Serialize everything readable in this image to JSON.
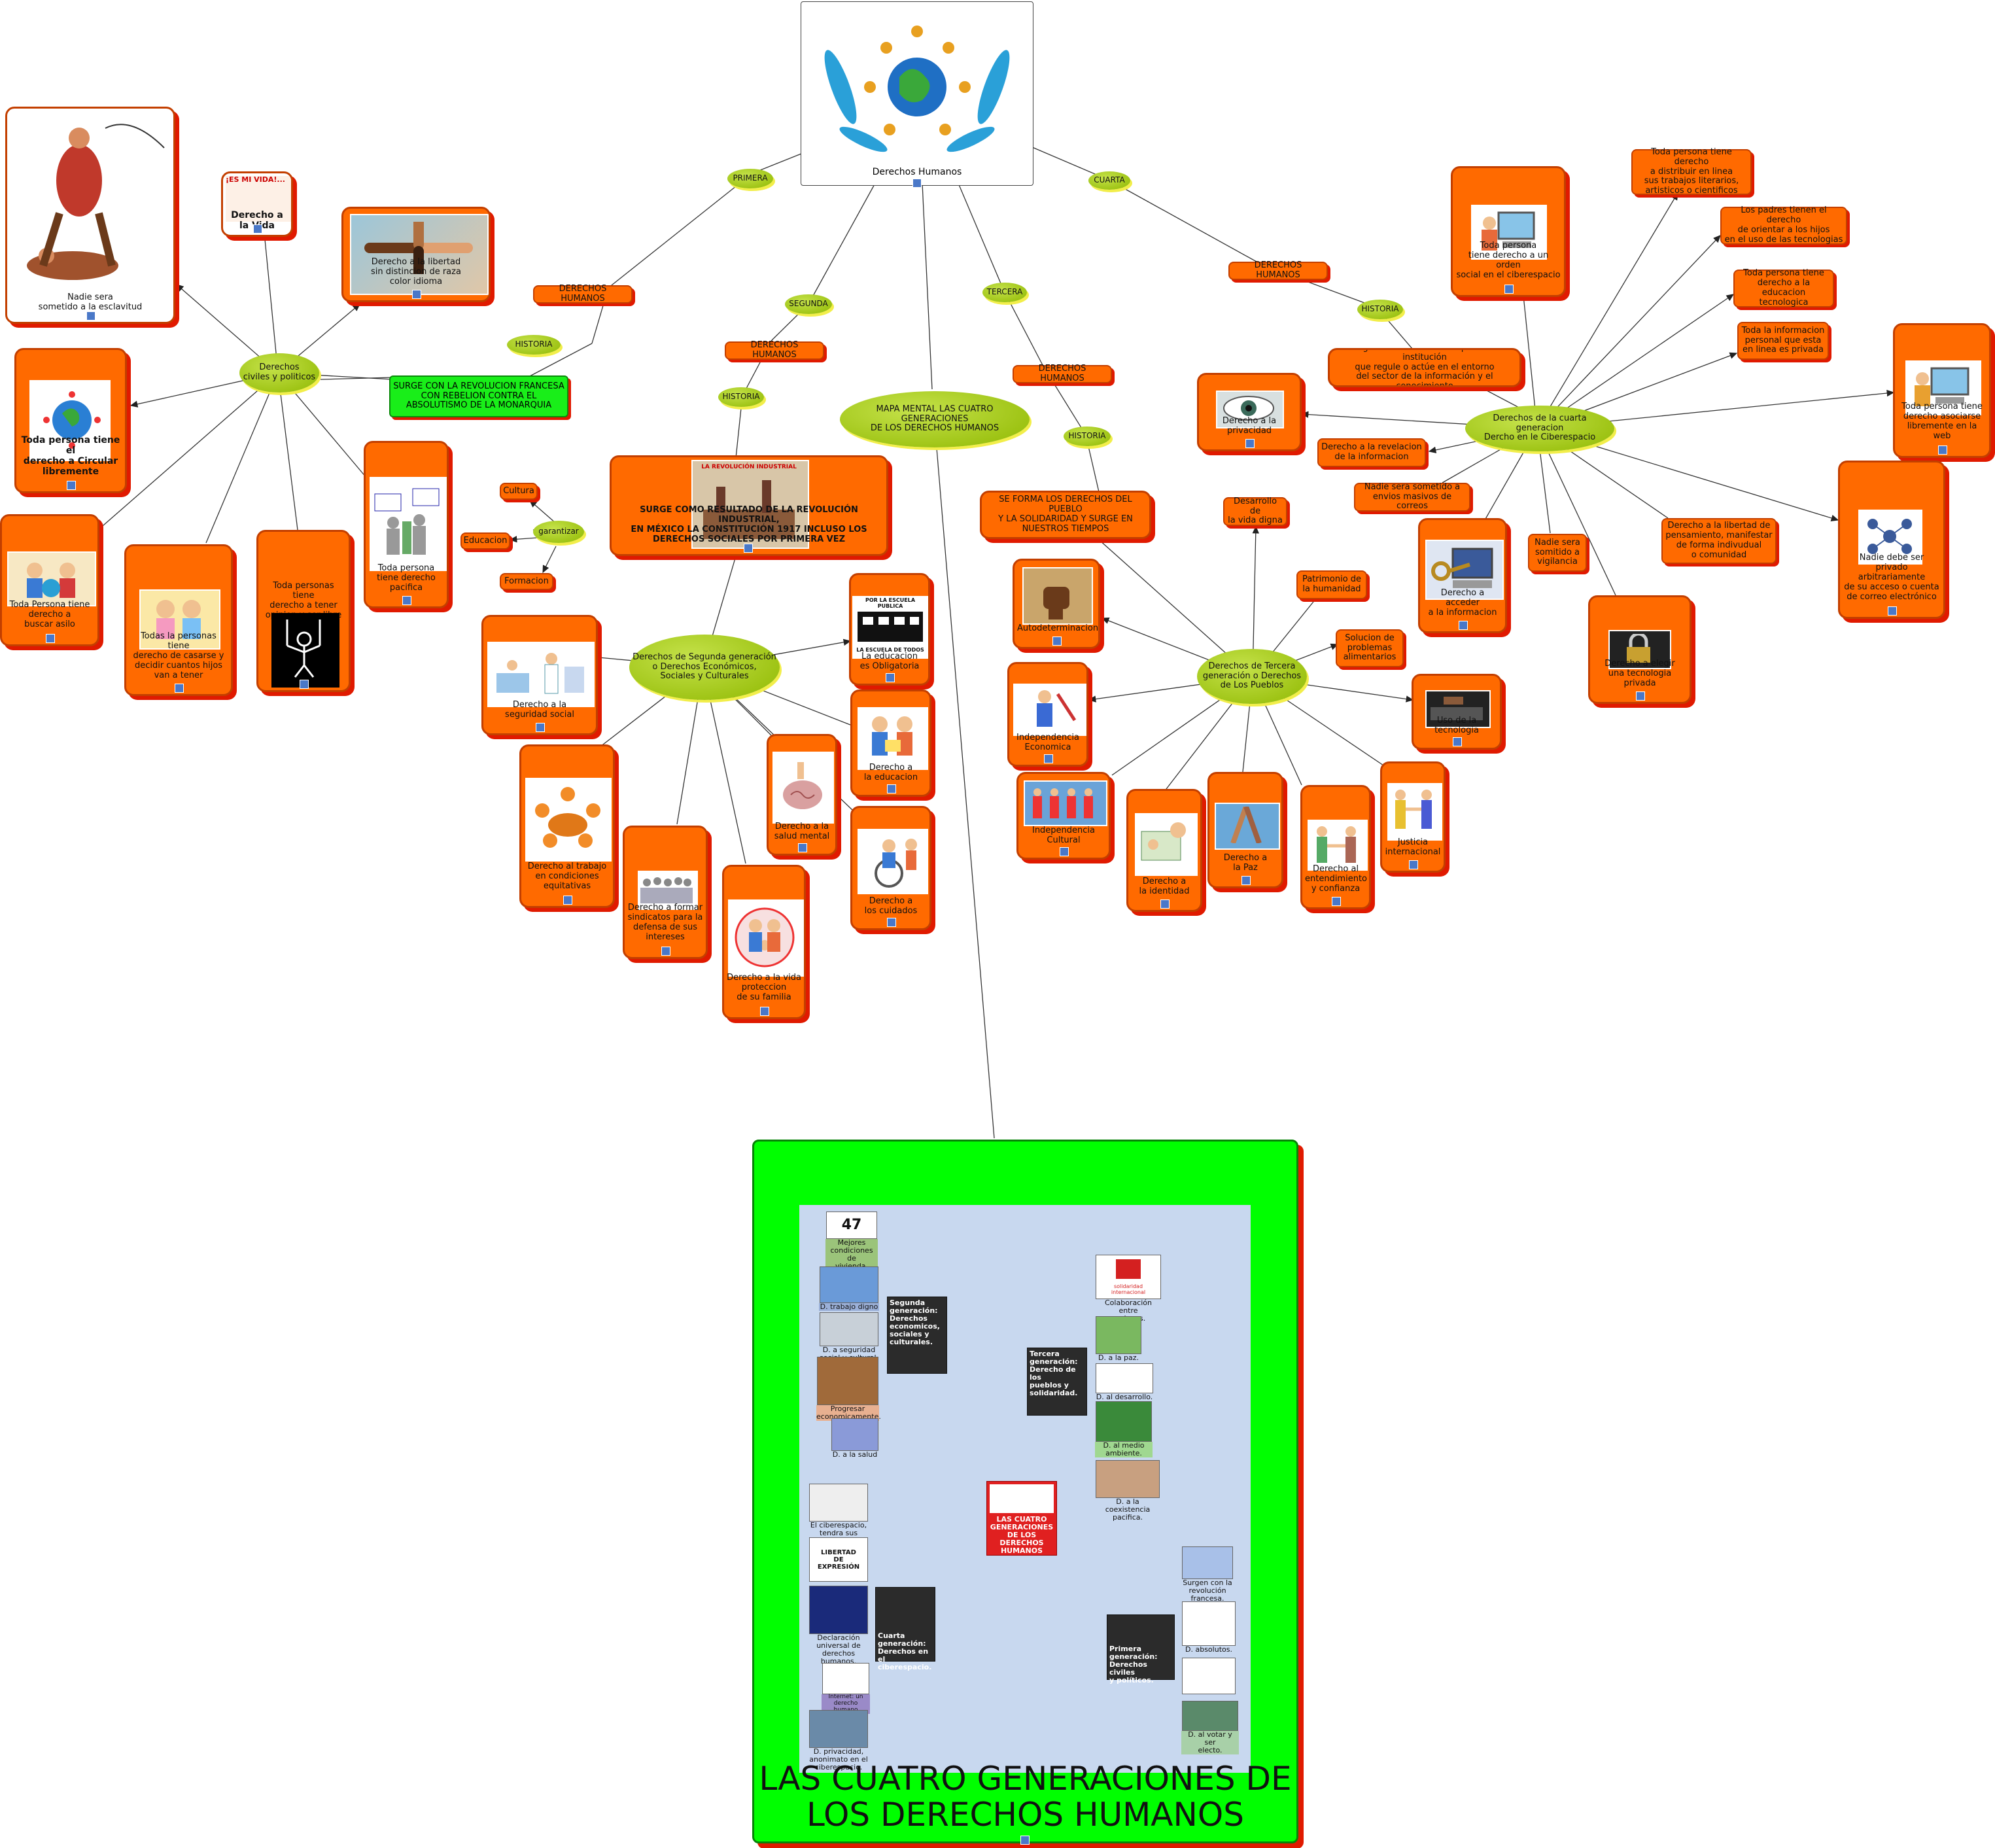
{
  "center": {
    "title": "Derechos Humanos",
    "mapa": "MAPA MENTAL LAS CUATRO GENERACIONES\nDE LOS DERECHOS HUMANOS"
  },
  "labels": {
    "primera": "PRIMERA",
    "segunda": "SEGUNDA",
    "tercera": "TERCERA",
    "cuarta": "CUARTA",
    "historia": "HISTORIA",
    "dh": "DERECHOS HUMANOS",
    "garantizar": "garantizar"
  },
  "primera": {
    "hub": "Derechos\nciviles y politicos",
    "surge": "SURGE  CON LA REVOLUCION FRANCESA\nCON REBELION CONTRA EL\nABSOLUTISMO DE LA MONARQUIA",
    "esclavitud": "Nadie sera\nsometido a la esclavitud",
    "vida": "Derecho a\nla Vida",
    "vida_sign": "¡ES MI VIDA!...",
    "libertad": "Derecho a la libertad\nsin distincion de raza\ncolor idioma",
    "circular": "Toda persona tiene el\nderecho a Circular\nlibremente",
    "asilo": "Toda Persona tiene\nderecho a\nbuscar asilo",
    "casarse": "Todas la personas tiene\nderecho de casarse y\ndecidir cuantos hijos\nvan a tener",
    "opinion": "Toda personas tiene\nderecho a tener\nopinion y ser libre",
    "pacifica": "Toda persona\ntiene derecho\npacifica"
  },
  "segunda": {
    "hub": "Derechos de Segunda generación\no Derechos Económicos,\nSociales y Culturales",
    "surge": "SURGE COMO RESULTADO DE LA REVOLUCIÓN INDUSTRIAL,\nEN MÉXICO LA CONSTITUCIÓN 1917 INCLUSO LOS\nDERECHOS SOCIALES POR PRIMERA VEZ",
    "rev_sign": "LA REVOLUCIÓN INDUSTRIAL",
    "cultura": "Cultura",
    "educacion": "Educacion",
    "formacion": "Formacion",
    "seguridad": "Derecho a la\nseguridad social",
    "obligatoria": "La educacion\nes Obligatoria",
    "escuela_sign": "POR LA ESCUELA PUBLICA",
    "escuela_sign2": "LA ESCUELA DE TODOS",
    "derecho_educacion": "Derecho a\nla educacion",
    "salud": "Derecho a la\nsalud mental",
    "cuidados": "Derecho a\nlos cuidados",
    "trabajo": "Derecho al trabajo\nen condiciones\nequitativas",
    "sindicatos": "Derecho a formar\nsindicatos para la\ndefensa de sus\nintereses",
    "familia": "Derecho a la vida\nproteccion\nde su familia"
  },
  "tercera": {
    "hub": "Derechos de Tercera\ngeneración o Derechos\nde Los Pueblos",
    "surge": "SE FORMA LOS DERECHOS DEL PUEBLO\nY LA SOLIDARIDAD Y SURGE EN\nNUESTROS TIEMPOS",
    "vida_digna": "Desarrollo de\nla vida digna",
    "patrimonio": "Patrimonio de\nla humanidad",
    "alimentarios": "Solucion de\nproblemas\nalimentarios",
    "tecnologia": "Uso de la tecnologia",
    "autodeterminacion": "Autodeterminacion",
    "economica": "Independencia\nEconomica",
    "cultural": "Independencia\nCultural",
    "identidad": "Derecho a\nla identidad",
    "paz": "Derecho a\nla Paz",
    "entendimiento": "Derecho al\nentendimiento\ny confianza",
    "justicia": "Justicia\ninternacional"
  },
  "cuarta": {
    "hub": "Derechos de la cuarta generacion\nDercho en le Ciberespacio",
    "reguladora": "Reguladora con el fin do que cada institución\nque regule o actúe en el entorno\ndel sector de la información y el conocimiento",
    "orden": "Toda persona\ntiene derecho a un orden\nsocial en el ciberespacio",
    "distribuir": "Toda persona tiene derecho\na distribuir en linea\nsus trabajos literarios,\nartisticos o cientificos",
    "padres": "Los padres tienen el derecho\nde orientar a los hijos\nen el uso de las tecnologias",
    "educacion_tec": "Toda persona tiene\nderecho a la educacion\ntecnologica",
    "info_privada": "Toda la informacion\npersonal que esta\nen linea es privada",
    "asociarse": "Toda persona tiene\nderecho asociarse\nlibremente en la web",
    "privacidad": "Derecho a la privacidad",
    "revelacion": "Derecho a la revelacion\nde la informacion",
    "correos": "Nadie sera sometido a\nenvios masivos de correos",
    "acceder": "Derecho a acceder\na la informacion",
    "vigilancia": "Nadie sera\nsomitido a\nvigilancia",
    "pensamiento": "Derecho a la libertad de\npensamiento, manifestar\nde forma indivudual\no comunidad",
    "tecnologia_privada": "Derecho a  elegir\nuna tecnologia privada",
    "correo_electronico": "Nadie debe ser privado\narbitrariamente\nde su acceso o cuenta\nde correo electrónico"
  },
  "embedded": {
    "title": "LAS CUATRO GENERACIONES DE\nLOS DERECHOS HUMANOS",
    "center": "LAS CUATRO\nGENERACIONES\nDE LOS\nDERECHOS\nHUMANOS",
    "segunda": "Segunda\ngeneración:\nDerechos\neconomicos,\nsociales y\nculturales.",
    "tercera": "Tercera\ngeneración:\nDerecho de los\npueblos y\nsolidaridad.",
    "cuarta": "Cuarta\ngeneración:\nDerechos en el\nciberespacio.",
    "primera": "Primera\ngeneración:\nDerechos civiles\ny políticos.",
    "vivienda": "Mejores\ncondiciones de\nvivienda.",
    "d_trabajo": "D. trabajo digno",
    "d_seguridad": "D. a seguridad\nsocial y cultural.",
    "progresar": "Progresar\neconomicamente.",
    "d_salud": "D. a la salud",
    "colaboracion": "Colaboración entre\nnaciones.",
    "d_paz": "D. a la paz.",
    "d_desarrollo": "D. al desarrollo.",
    "d_medio": "D. al medio\nambiente.",
    "coexistencia": "D. a la coexistencia\npacifica.",
    "ciberespacio": "El ciberespacio,\ntendra sus leyes.",
    "declaracion": "Declaración\nuniversal de\nderechos\nhumanos.",
    "d_internet": "Internet: un\nderecho humano",
    "d_privacidad": "D. privacidad,\nanonimato en el\nciberespacio.",
    "surgen": "Surgen con la\nrevolución\nfrancesa.",
    "absolutos": "D. absolutos.",
    "d_votar": "D. al votar y ser\nelecto.",
    "num47": "47",
    "libertad_expr": "LIBERTAD\nDE\nEXPRESIÓN",
    "solidaridad": "solidaridad\ninternacional"
  },
  "colors": {
    "box": "#ff6a00",
    "box_shadow": "#e01a00",
    "ellipse": "#9bc400",
    "ellipse_glow": "#f2ee4a",
    "green_frame": "#00ff00",
    "inner_panel": "#c8d8ef",
    "surge_green": "#19ee19"
  }
}
